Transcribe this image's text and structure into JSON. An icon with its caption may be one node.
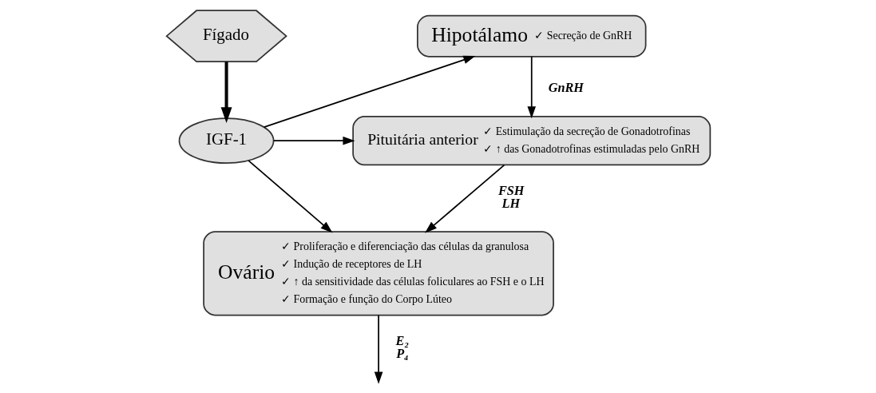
{
  "diagram": {
    "nodes": [
      {
        "text": [
          "Fígado"
        ]
      },
      {
        "text": [
          "IGF-1"
        ]
      },
      {
        "text": [
          "Hipotálamo",
          "✓ Secreção de GnRH"
        ]
      },
      {
        "text": [
          "Pituitária anterior",
          "✓ Estimulação da secreção de Gonadotrofinas",
          "✓ ↑ das Gonadotrofinas estimuladas pelo GnRH"
        ]
      },
      {
        "text": [
          "Ovário",
          "✓ Proliferação e diferenciação das células da granulosa",
          "✓ Indução de receptores de LH",
          "✓ ↑ da sensitividade das células foliculares ao FSH e o LH",
          "✓ Formação e função do Corpo Lúteo"
        ]
      }
    ],
    "edges": [
      {
        "from": 0,
        "to": 1,
        "arrow": "to",
        "style": "thick"
      },
      {
        "from": 1,
        "to": 2,
        "arrow": "to"
      },
      {
        "from": 1,
        "to": 3,
        "arrow": "to"
      },
      {
        "from": 1,
        "to": 4,
        "arrow": "to"
      },
      {
        "from": 2,
        "to": 3,
        "arrow": "to",
        "label": "GnRH"
      },
      {
        "from": 3,
        "to": 4,
        "arrow": "to",
        "label": "FSH LH"
      },
      {
        "from": 4,
        "to": null,
        "arrow": "to",
        "label": "E₂ P₄"
      }
    ]
  }
}
